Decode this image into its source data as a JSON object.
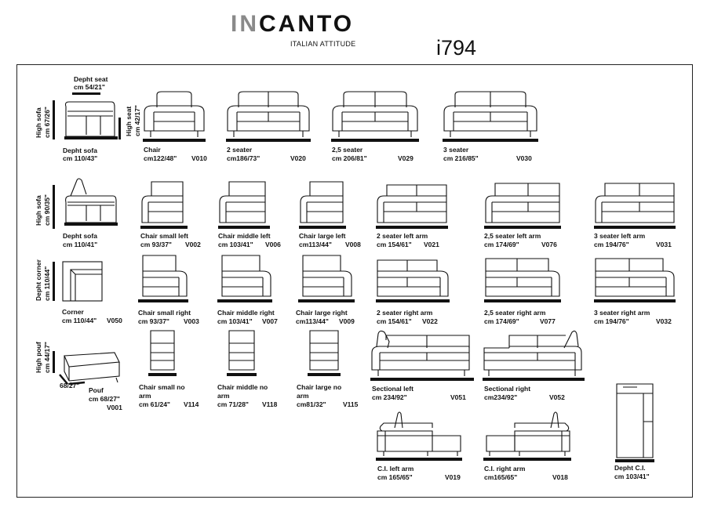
{
  "brand": {
    "name_gray": "IN",
    "name_dark": "CANTO",
    "tagline": "ITALIAN ATTITUDE",
    "model": "i794"
  },
  "dimensions": {
    "depth_seat": "Depht seat",
    "depth_seat_val": "cm 54/21\"",
    "high_sofa": "High sofa",
    "high_sofa_val": "cm 67/26\"",
    "high_seat": "High seat",
    "high_seat_val": "cm 42/17\"",
    "depth_sofa": "Depht sofa",
    "depth_sofa_val": "cm 110/43\"",
    "high_sofa2": "High sofa",
    "high_sofa2_val": "cm 90/35\"",
    "depth_sofa2": "Depht sofa",
    "depth_sofa2_val": "cm 110/41\"",
    "depth_corner": "Depht corner",
    "depth_corner_val": "cm 110/44\"",
    "high_pouf": "High pouf",
    "high_pouf_val": "cm 44/17\"",
    "pouf_side": "68/27\""
  },
  "row1": [
    {
      "name": "Chair",
      "size": "cm122/48\"",
      "code": "V010"
    },
    {
      "name": "2 seater",
      "size": "cm186/73\"",
      "code": "V020"
    },
    {
      "name": "2,5 seater",
      "size": "cm 206/81\"",
      "code": "V029"
    },
    {
      "name": "3 seater",
      "size": "cm 216/85\"",
      "code": "V030"
    }
  ],
  "row2": [
    {
      "name": "Chair small left",
      "size": "cm 93/37\"",
      "code": "V002"
    },
    {
      "name": "Chair middle left",
      "size": "cm 103/41\"",
      "code": "V006"
    },
    {
      "name": "Chair large left",
      "size": "cm113/44\"",
      "code": "V008"
    },
    {
      "name": "2 seater left arm",
      "size": "cm 154/61\"",
      "code": "V021"
    },
    {
      "name": "2,5 seater left arm",
      "size": "cm 174/69\"",
      "code": "V076"
    },
    {
      "name": "3 seater left arm",
      "size": "cm 194/76\"",
      "code": "V031"
    }
  ],
  "corner": {
    "name": "Corner",
    "size": "cm 110/44\"",
    "code": "V050"
  },
  "row3": [
    {
      "name": "Chair small right",
      "size": "cm 93/37\"",
      "code": "V003"
    },
    {
      "name": "Chair middle right",
      "size": "cm 103/41\"",
      "code": "V007"
    },
    {
      "name": "Chair large right",
      "size": "cm113/44\"",
      "code": "V009"
    },
    {
      "name": "2 seater right arm",
      "size": "cm 154/61\"",
      "code": "V022"
    },
    {
      "name": "2,5 seater right arm",
      "size": "cm 174/69\"",
      "code": "V077"
    },
    {
      "name": "3 seater right arm",
      "size": "cm 194/76\"",
      "code": "V032"
    }
  ],
  "pouf": {
    "name": "Pouf",
    "size": "cm 68/27\"",
    "code": "V001"
  },
  "row4": [
    {
      "name1": "Chair small no",
      "name2": "arm",
      "size": "cm 61/24\"",
      "code": "V114"
    },
    {
      "name1": "Chair middle no",
      "name2": "arm",
      "size": "cm 71/28\"",
      "code": "V118"
    },
    {
      "name1": "Chair large no",
      "name2": "arm",
      "size": "cm81/32\"",
      "code": "V115"
    }
  ],
  "sectional": [
    {
      "name": "Sectional left",
      "size": "cm 234/92\"",
      "code": "V051"
    },
    {
      "name": "Sectional right",
      "size": "cm234/92\"",
      "code": "V052"
    }
  ],
  "ci": [
    {
      "name": "C.I. left arm",
      "size": "cm 165/65\"",
      "code": "V019"
    },
    {
      "name": "C.I. right arm",
      "size": "cm165/65\"",
      "code": "V018"
    }
  ],
  "depth_ci": {
    "name": "Depht C.I.",
    "size": "cm 103/41\""
  }
}
